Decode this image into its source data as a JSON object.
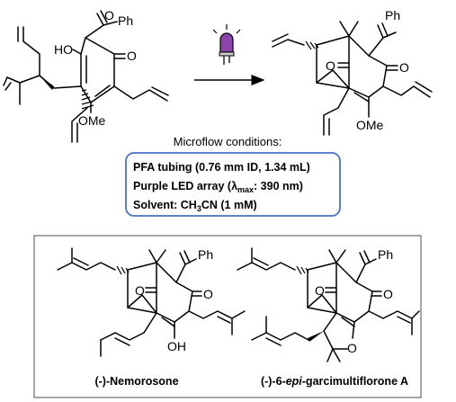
{
  "reaction": {
    "reactant": {
      "labels": {
        "ph": "Ph",
        "o_top": "O",
        "ho": "HO",
        "o_right": "O",
        "ome": "OMe"
      }
    },
    "product": {
      "labels": {
        "ph": "Ph",
        "o_left": "O",
        "o_right": "O",
        "ome": "OMe"
      }
    },
    "lamp_color": "#8e44ad",
    "conditions_title": "Microflow conditions:",
    "conditions": {
      "line1": "PFA tubing (0.76 mm ID, 1.34 mL)",
      "line2_prefix": "Purple LED array (λ",
      "line2_sub": "max",
      "line2_suffix": ": 390 nm)",
      "line3_prefix": "Solvent: CH",
      "line3_sub": "3",
      "line3_suffix": "CN (1 mM)"
    },
    "box_color": "#4a72c4"
  },
  "natural_products": {
    "left": {
      "labels": {
        "ph": "Ph",
        "o_left": "O",
        "o_right": "O",
        "oh": "OH"
      },
      "name": "(-)-Nemorosone"
    },
    "right": {
      "labels": {
        "ph": "Ph",
        "o_left": "O",
        "o_right": "O",
        "o_ring": "O"
      },
      "name_prefix": "(-)-6-",
      "name_italic": "epi",
      "name_suffix": "-garcimultiflorone A"
    },
    "frame_color": "#808080"
  }
}
